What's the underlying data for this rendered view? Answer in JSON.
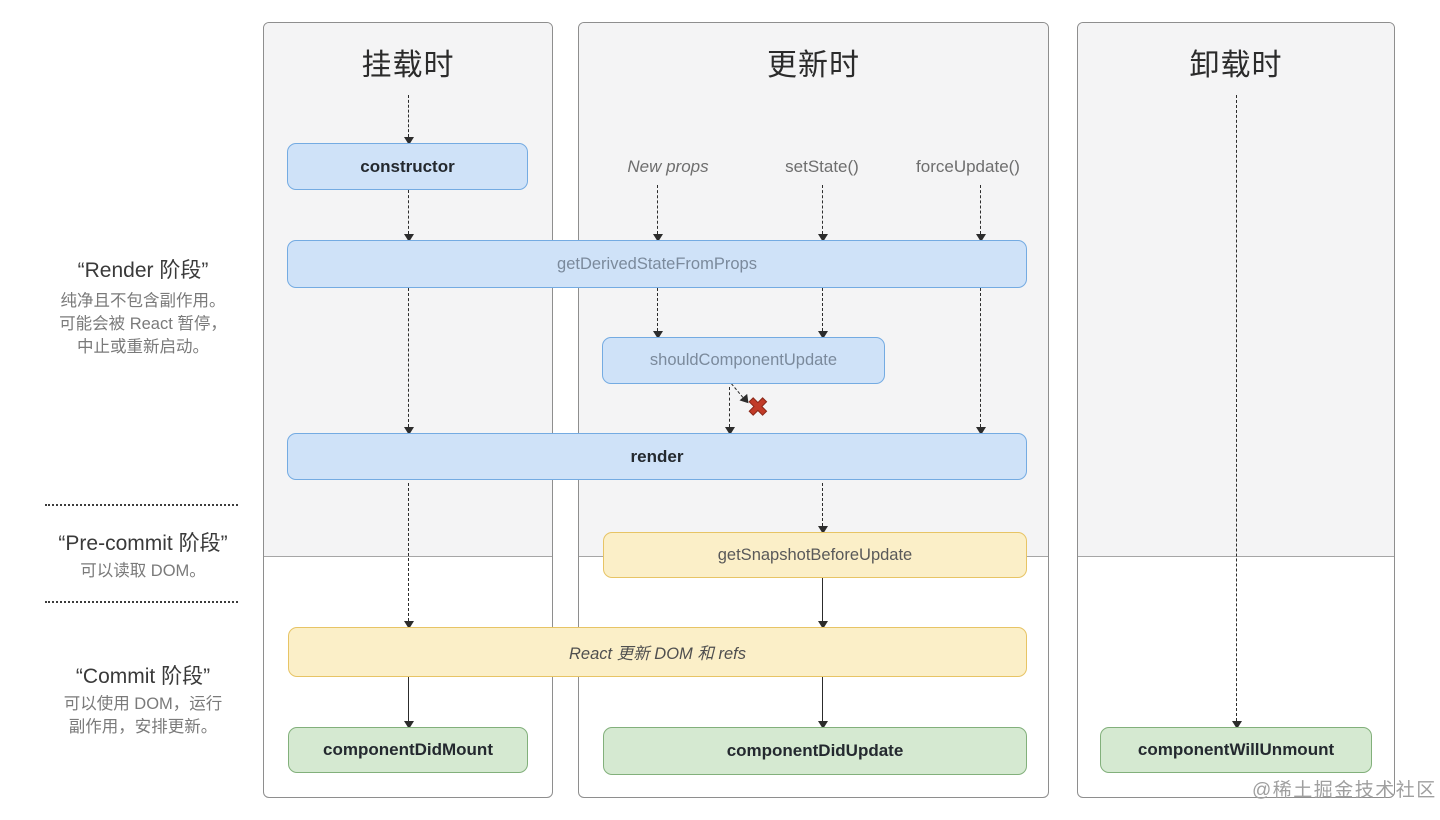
{
  "sidebar": {
    "render_phase": {
      "title": "“Render 阶段”",
      "lines": [
        "纯净且不包含副作用。",
        "可能会被 React 暂停，",
        "中止或重新启动。"
      ]
    },
    "pre_commit": {
      "title": "“Pre-commit 阶段”",
      "lines": [
        "可以读取 DOM。"
      ]
    },
    "commit": {
      "title": "“Commit 阶段”",
      "lines": [
        "可以使用 DOM，运行",
        "副作用，安排更新。"
      ]
    }
  },
  "columns": {
    "mount": {
      "title": "挂载时"
    },
    "update": {
      "title": "更新时"
    },
    "unmount": {
      "title": "卸载时"
    }
  },
  "triggers": {
    "new_props": "New props",
    "set_state": "setState()",
    "force_update": "forceUpdate()"
  },
  "methods": {
    "constructor": "constructor",
    "get_derived_state_from_props": "getDerivedStateFromProps",
    "should_component_update": "shouldComponentUpdate",
    "render": "render",
    "get_snapshot_before_update": "getSnapshotBeforeUpdate",
    "react_updates_dom": "React 更新 DOM 和 refs",
    "component_did_mount": "componentDidMount",
    "component_did_update": "componentDidUpdate",
    "component_will_unmount": "componentWillUnmount"
  },
  "icons": {
    "reject_x": "✖"
  },
  "watermark": "@稀土掘金技术社区",
  "colors": {
    "blue_fill": "#cfe2f8",
    "blue_border": "#74abe2",
    "yellow_fill": "#fbefc8",
    "yellow_border": "#e7c465",
    "green_fill": "#d5e9d1",
    "green_border": "#82b07b",
    "reject_x": "#c13b28",
    "render_phase_bg": "#f4f4f5"
  }
}
